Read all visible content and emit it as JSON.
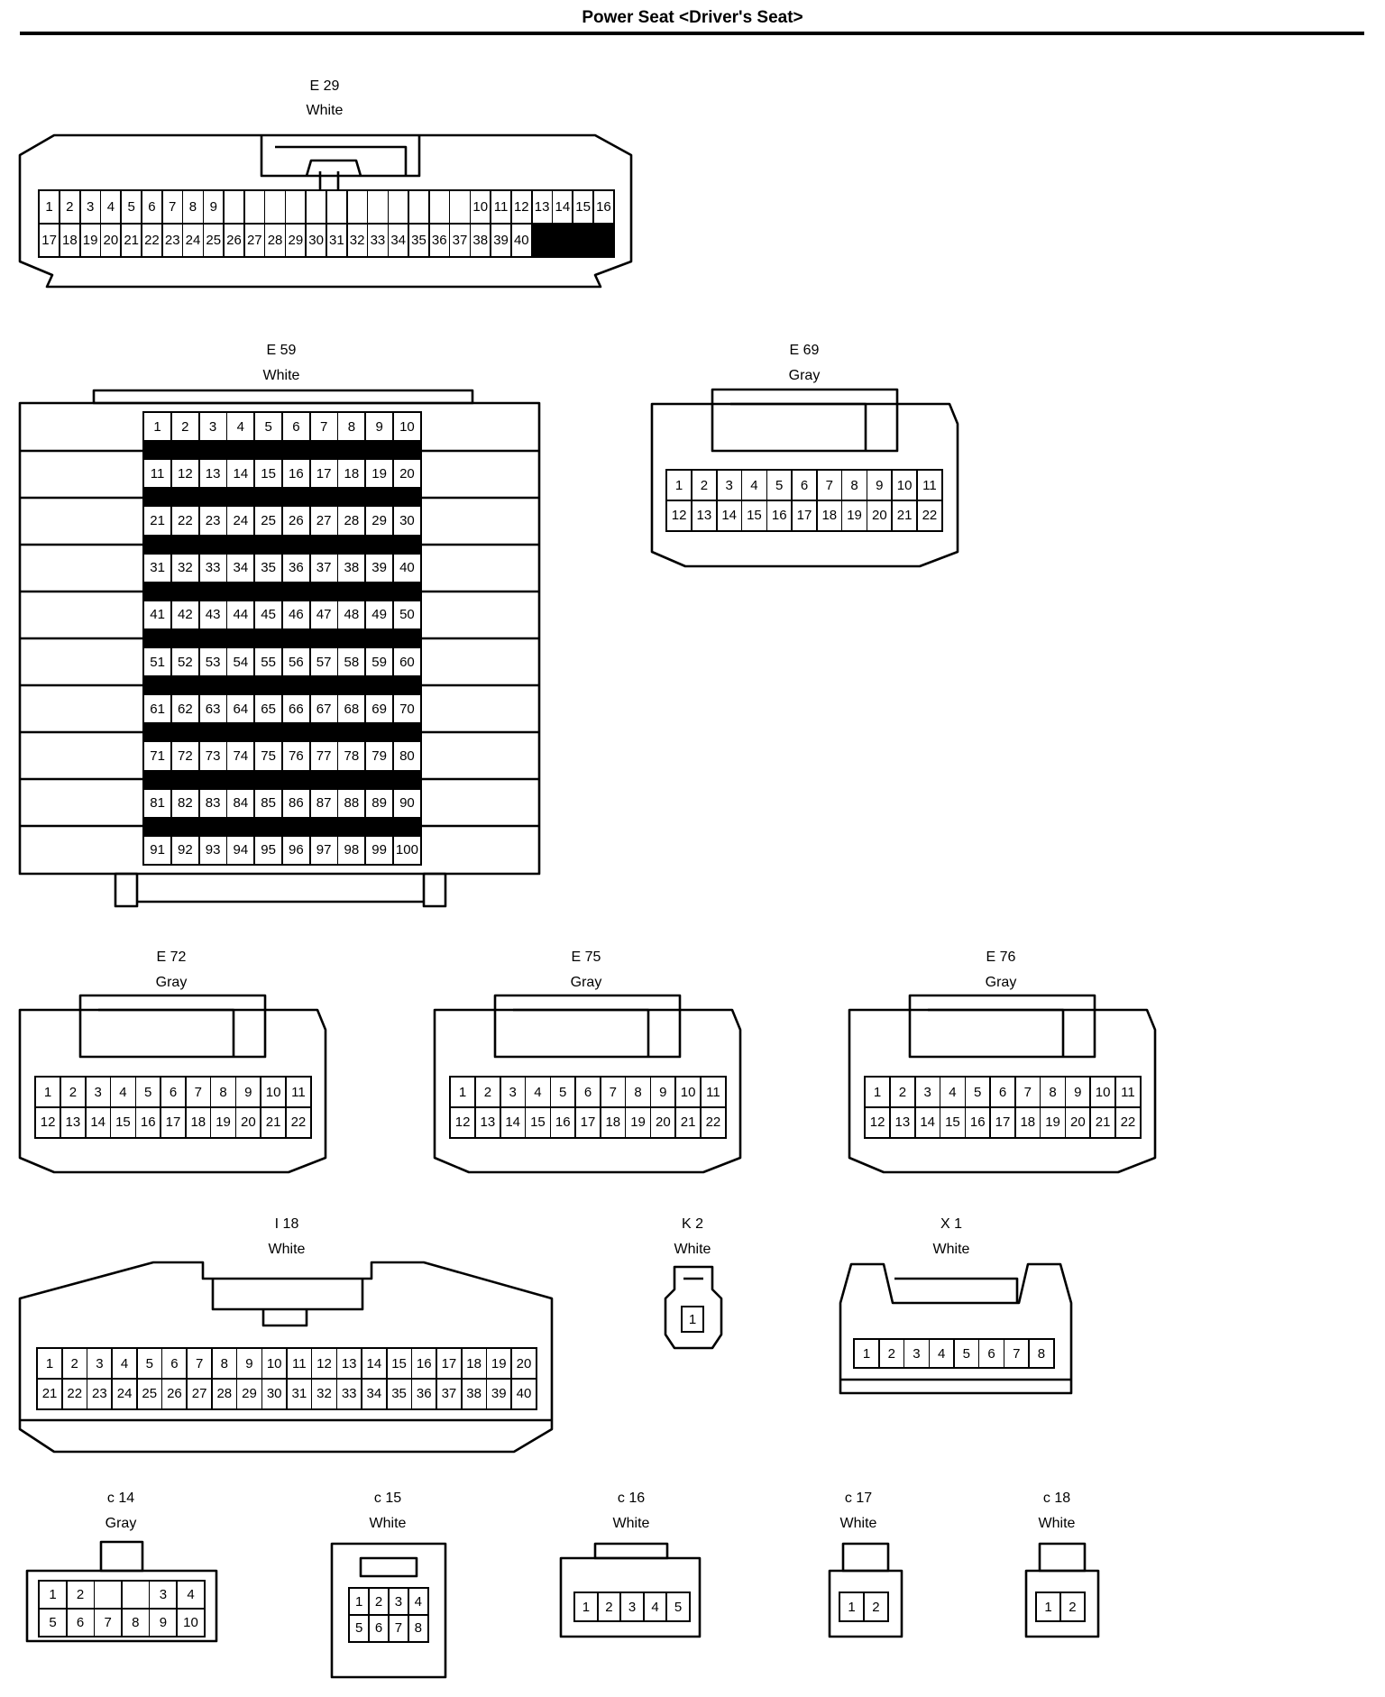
{
  "title": "Power Seat <Driver's Seat>",
  "connectors": {
    "E29": {
      "name": "E 29",
      "color": "White"
    },
    "E59": {
      "name": "E 59",
      "color": "White"
    },
    "E69": {
      "name": "E 69",
      "color": "Gray"
    },
    "E72": {
      "name": "E 72",
      "color": "Gray"
    },
    "E75": {
      "name": "E 75",
      "color": "Gray"
    },
    "E76": {
      "name": "E 76",
      "color": "Gray"
    },
    "I18": {
      "name": "I 18",
      "color": "White"
    },
    "K2": {
      "name": "K 2",
      "color": "White"
    },
    "X1": {
      "name": "X 1",
      "color": "White"
    },
    "c14": {
      "name": "c 14",
      "color": "Gray"
    },
    "c15": {
      "name": "c 15",
      "color": "White"
    },
    "c16": {
      "name": "c 16",
      "color": "White"
    },
    "c17": {
      "name": "c 17",
      "color": "White"
    },
    "c18": {
      "name": "c 18",
      "color": "White"
    }
  }
}
